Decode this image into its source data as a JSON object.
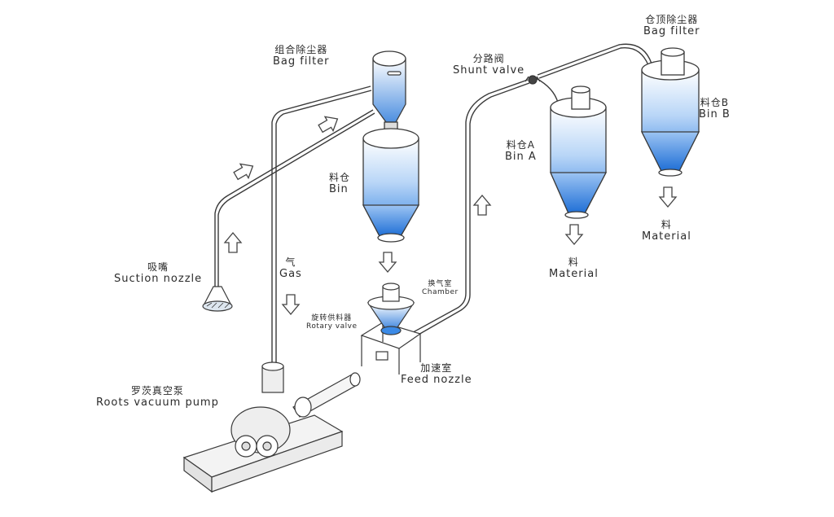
{
  "labels": {
    "bag_filter_left": {
      "zh": "组合除尘器",
      "en": "Bag filter"
    },
    "bag_filter_right": {
      "zh": "仓顶除尘器",
      "en": "Bag filter"
    },
    "shunt_valve": {
      "zh": "分路阀",
      "en": "Shunt valve"
    },
    "bin": {
      "zh": "料仓",
      "en": "Bin"
    },
    "bin_a": {
      "zh": "料仓A",
      "en": "Bin A"
    },
    "bin_b": {
      "zh": "料仓B",
      "en": "Bin B"
    },
    "material_a": {
      "zh": "料",
      "en": "Material"
    },
    "material_b": {
      "zh": "料",
      "en": "Material"
    },
    "suction_nozzle": {
      "zh": "吸嘴",
      "en": "Suction nozzle"
    },
    "gas": {
      "zh": "气",
      "en": "Gas"
    },
    "chamber": {
      "zh": "换气室",
      "en": "Chamber"
    },
    "rotary_valve": {
      "zh": "旋转供料器",
      "en": "Rotary valve"
    },
    "feed_nozzle": {
      "zh": "加速室",
      "en": "Feed nozzle"
    },
    "roots_pump": {
      "zh": "罗茨真空泵",
      "en": "Roots vacuum pump"
    }
  },
  "colors": {
    "line": "#3a3a3a",
    "bin_fill_top": "#ffffff",
    "bin_fill_bottom": "#2f7fe0"
  }
}
